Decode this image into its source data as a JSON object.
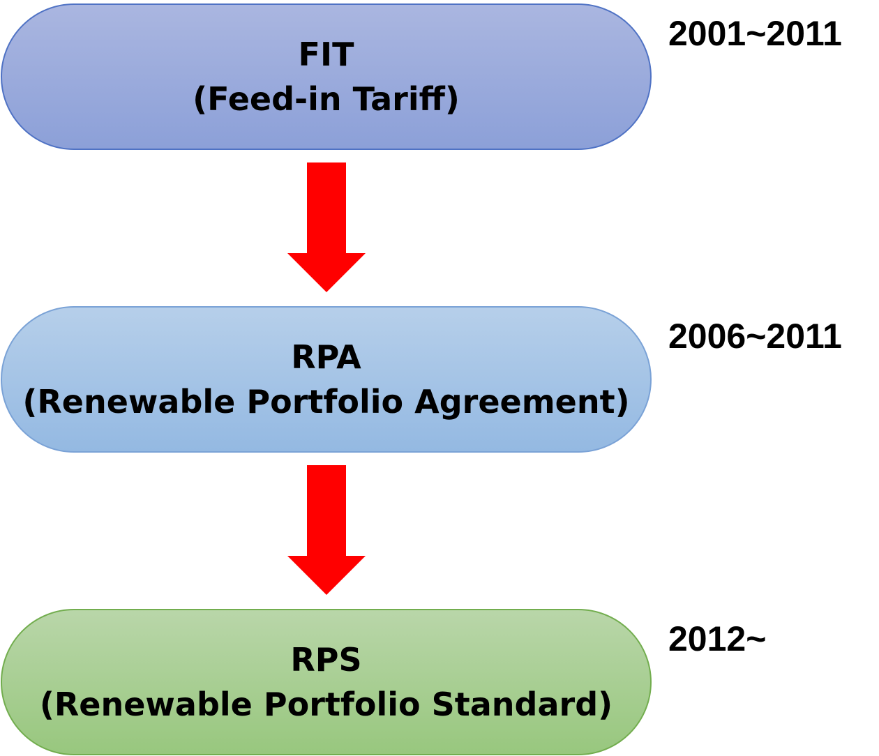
{
  "stages": [
    {
      "abbr": "FIT",
      "full": "(Feed-in Tariff)",
      "period": "2001~2011",
      "color": "#8ca0d8"
    },
    {
      "abbr": "RPA",
      "full": "(Renewable Portfolio Agreement)",
      "period": "2006~2011",
      "color": "#94b9e2"
    },
    {
      "abbr": "RPS",
      "full": "(Renewable Portfolio Standard)",
      "period": "2012~",
      "color": "#98c77e"
    }
  ],
  "arrow_color": "#ff0000",
  "connections": [
    {
      "from": "FIT",
      "to": "RPA"
    },
    {
      "from": "RPA",
      "to": "RPS"
    }
  ]
}
